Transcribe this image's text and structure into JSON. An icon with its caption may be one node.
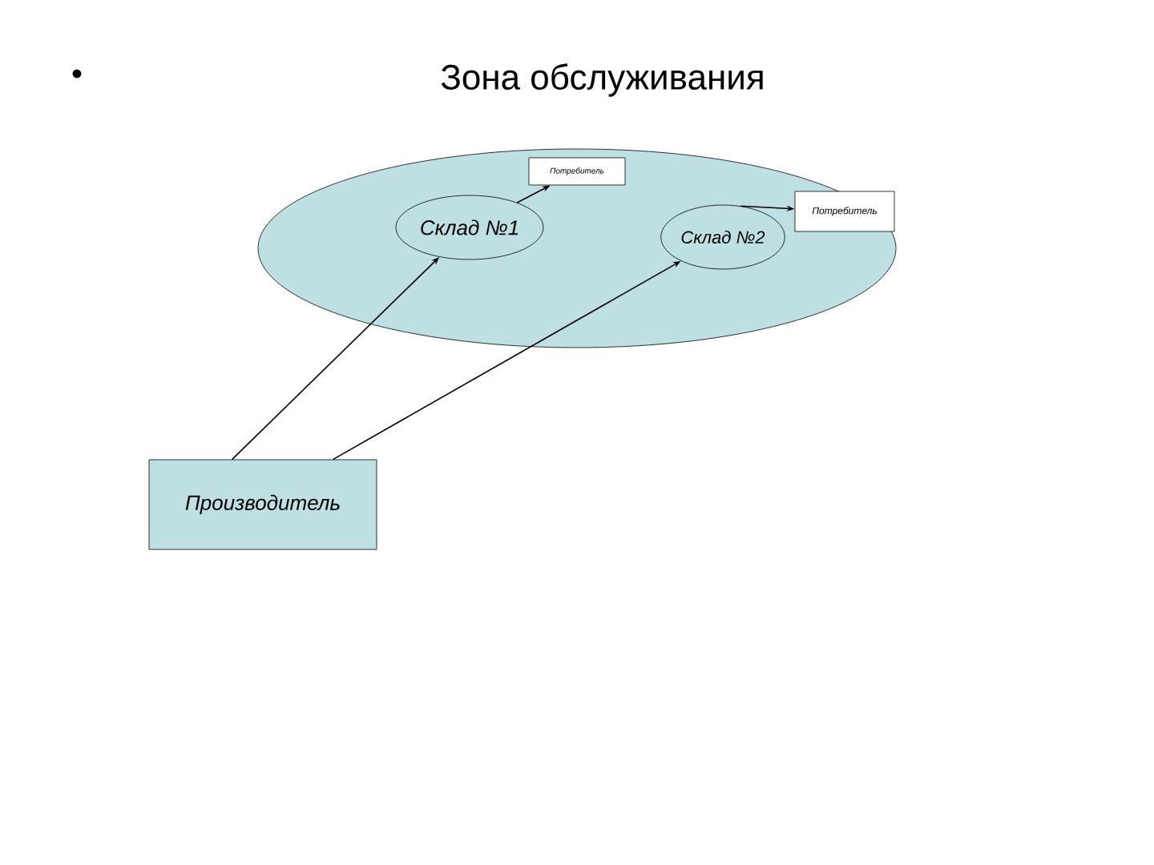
{
  "diagram": {
    "title": "Зона обслуживания",
    "nodes": [
      {
        "text": [],
        "shape": "ellipse"
      },
      {
        "text": [
          "Склад №1"
        ],
        "in": 0
      },
      {
        "text": [
          "Потребитель"
        ],
        "in": 0
      },
      {
        "text": [
          "Склад №2"
        ],
        "in": 0
      },
      {
        "text": [
          "Потребитель"
        ],
        "in": 0
      },
      {
        "text": [
          "Производитель"
        ]
      }
    ],
    "labels": [
      "•"
    ],
    "edges": [
      {
        "from": 1,
        "to": 2,
        "arrow": "to"
      },
      {
        "from": 3,
        "to": 4,
        "arrow": "to"
      },
      {
        "from": 5,
        "to": 1,
        "arrow": "to"
      },
      {
        "from": 5,
        "to": 3,
        "arrow": "to"
      }
    ]
  }
}
